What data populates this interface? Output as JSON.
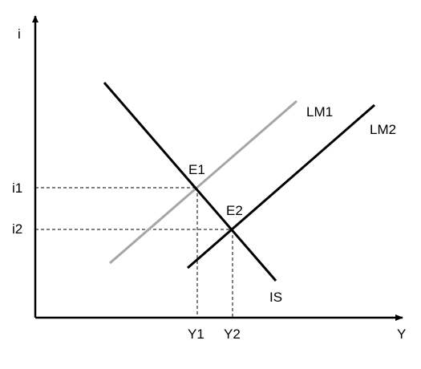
{
  "axes": {
    "y_label": "i",
    "x_label": "Y"
  },
  "curves": {
    "is": {
      "label": "IS",
      "color": "#000000"
    },
    "lm1": {
      "label": "LM1",
      "color": "#a6a6a6"
    },
    "lm2": {
      "label": "LM2",
      "color": "#000000"
    }
  },
  "equilibria": {
    "e1": {
      "label": "E1",
      "interest_label": "i1",
      "output_label": "Y1"
    },
    "e2": {
      "label": "E2",
      "interest_label": "i2",
      "output_label": "Y2"
    }
  },
  "colors": {
    "axis": "#000000",
    "guide": "#000000",
    "shifted_curve": "#a6a6a6"
  }
}
